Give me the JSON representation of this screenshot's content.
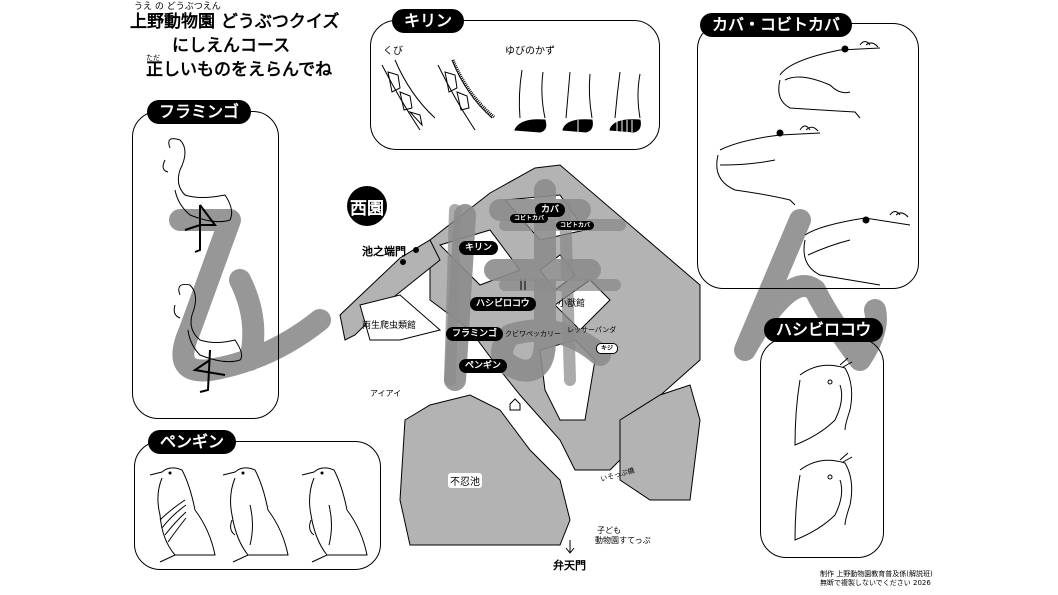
{
  "header": {
    "ruby_top": "うえ の どうぶつえん",
    "title_line1": "上野動物園 どうぶつクイズ",
    "title_line2": "にしえんコース",
    "ruby_instruction": "ただ",
    "instruction": "正しいものをえらんでね"
  },
  "panels": {
    "giraffe": {
      "title": "キリン",
      "neck_label": "くび",
      "toes_label": "ゆびのかず"
    },
    "hippo": {
      "title": "カバ・コビトカバ"
    },
    "flamingo": {
      "title": "フラミンゴ"
    },
    "penguin": {
      "title": "ペンギン"
    },
    "shoebill": {
      "title": "ハシビロコウ"
    }
  },
  "map": {
    "area_badge": "西園",
    "gate_ikenohata": "池之端門",
    "gate_benten": "弁天門",
    "pond": "不忍池",
    "labels": {
      "kaba": "カバ",
      "kobitokaba_1": "コビトカバ",
      "kobitokaba_2": "コビトカバ",
      "kirin": "キリン",
      "hashibirokou": "ハシビロコウ",
      "flamingo": "フラミンゴ",
      "penguin": "ペンギン",
      "kishi": "キジ"
    },
    "texts": {
      "small_mammal_house": "小獣館",
      "vivarium": "両生爬虫類館",
      "ayeaye": "アイアイ",
      "bakery": "クビワペッカリー",
      "red_panda": "レッサーパンダ",
      "isotsubu_bridge": "いそっぷ橋",
      "childrens_zoo_line1": "子ども",
      "childrens_zoo_line2": "動物園すてっぷ"
    }
  },
  "watermark": "みほん",
  "footer": {
    "line1": "制作 上野動物園教育普及係(解説班)",
    "line2": "無断で複製しないでください 2026"
  },
  "colors": {
    "map_gray": "#b3b3b3",
    "watermark_gray": "#8c8c8c",
    "pill_bg": "#000000"
  }
}
